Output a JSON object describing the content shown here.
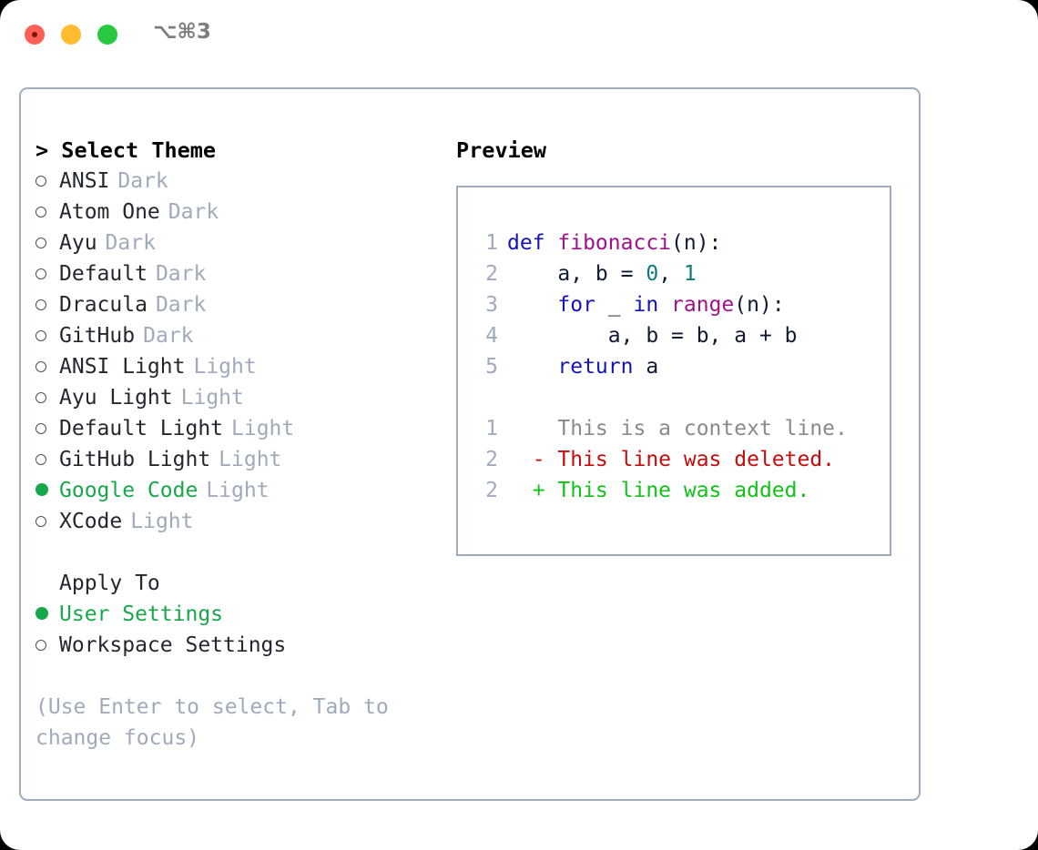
{
  "window": {
    "shortcut": "⌥⌘3",
    "traffic_lights": [
      {
        "name": "close",
        "color": "#ff5f57"
      },
      {
        "name": "minimize",
        "color": "#febc2e"
      },
      {
        "name": "maximize",
        "color": "#28c840"
      }
    ]
  },
  "theme_picker": {
    "header": "> Select Theme",
    "items": [
      {
        "marker": "○",
        "name": "ANSI",
        "tag": "Dark",
        "selected": false
      },
      {
        "marker": "○",
        "name": "Atom One",
        "tag": "Dark",
        "selected": false
      },
      {
        "marker": "○",
        "name": "Ayu",
        "tag": "Dark",
        "selected": false
      },
      {
        "marker": "○",
        "name": "Default",
        "tag": "Dark",
        "selected": false
      },
      {
        "marker": "○",
        "name": "Dracula",
        "tag": "Dark",
        "selected": false
      },
      {
        "marker": "○",
        "name": "GitHub",
        "tag": "Dark",
        "selected": false
      },
      {
        "marker": "○",
        "name": "ANSI Light",
        "tag": "Light",
        "selected": false
      },
      {
        "marker": "○",
        "name": "Ayu Light",
        "tag": "Light",
        "selected": false
      },
      {
        "marker": "○",
        "name": "Default Light",
        "tag": "Light",
        "selected": false
      },
      {
        "marker": "○",
        "name": "GitHub Light",
        "tag": "Light",
        "selected": false
      },
      {
        "marker": "●",
        "name": "Google Code",
        "tag": "Light",
        "selected": true
      },
      {
        "marker": "○",
        "name": "XCode",
        "tag": "Light",
        "selected": false
      }
    ]
  },
  "apply_to": {
    "title": "Apply To",
    "options": [
      {
        "marker": "●",
        "label": "User Settings",
        "selected": true
      },
      {
        "marker": "○",
        "label": "Workspace Settings",
        "selected": false
      }
    ]
  },
  "hint": "(Use Enter to select, Tab to change focus)",
  "preview": {
    "title": "Preview",
    "code_lines": [
      {
        "num": "1",
        "tokens": [
          {
            "t": "def ",
            "c": "kw"
          },
          {
            "t": "fibonacci",
            "c": "fn"
          },
          {
            "t": "(n):",
            "c": "punc"
          }
        ]
      },
      {
        "num": "2",
        "tokens": [
          {
            "t": "    a, b = ",
            "c": "plain"
          },
          {
            "t": "0",
            "c": "num"
          },
          {
            "t": ", ",
            "c": "plain"
          },
          {
            "t": "1",
            "c": "num"
          }
        ]
      },
      {
        "num": "3",
        "tokens": [
          {
            "t": "    ",
            "c": "plain"
          },
          {
            "t": "for",
            "c": "kw"
          },
          {
            "t": " _ ",
            "c": "plain"
          },
          {
            "t": "in",
            "c": "kw"
          },
          {
            "t": " ",
            "c": "plain"
          },
          {
            "t": "range",
            "c": "fn"
          },
          {
            "t": "(n):",
            "c": "punc"
          }
        ]
      },
      {
        "num": "4",
        "tokens": [
          {
            "t": "        a, b = b, a + b",
            "c": "plain"
          }
        ]
      },
      {
        "num": "5",
        "tokens": [
          {
            "t": "    ",
            "c": "plain"
          },
          {
            "t": "return",
            "c": "kw"
          },
          {
            "t": " a",
            "c": "plain"
          }
        ]
      }
    ],
    "diff_lines": [
      {
        "num": "1",
        "sign": " ",
        "text": "This is a context line.",
        "kind": "ctx"
      },
      {
        "num": "2",
        "sign": "-",
        "text": "This line was deleted.",
        "kind": "del"
      },
      {
        "num": "2",
        "sign": "+",
        "text": "This line was added.",
        "kind": "add"
      }
    ]
  },
  "colors": {
    "accent_green": "#17a84a",
    "muted": "#9fabbb",
    "border": "#9fabbb",
    "keyword": "#1414b8",
    "function": "#a0128c",
    "number": "#0e7b7b",
    "diff_add": "#12c218",
    "diff_del": "#c40c0c",
    "diff_ctx": "#8a8a8a"
  }
}
